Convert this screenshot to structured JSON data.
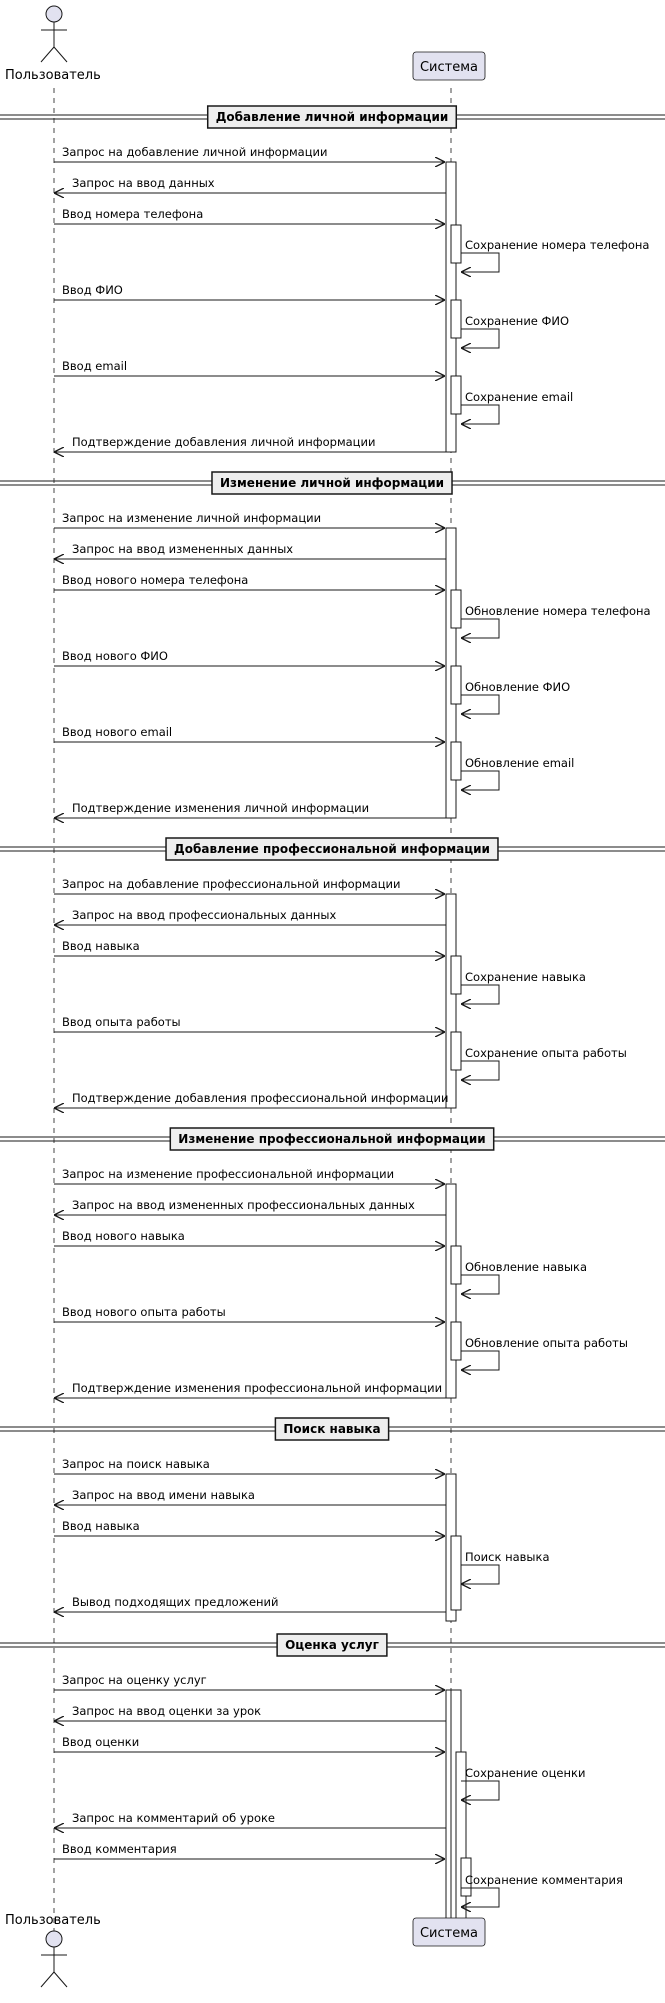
{
  "participants": {
    "user": "Пользователь",
    "system": "Система"
  },
  "sections": [
    {
      "title": "Добавление личной информации",
      "messages": [
        {
          "label": "Запрос на добавление личной информации",
          "kind": "to_system"
        },
        {
          "label": "Запрос на ввод данных",
          "kind": "to_user"
        },
        {
          "label": "Ввод номера телефона",
          "kind": "to_system"
        },
        {
          "label": "Сохранение номера телефона",
          "kind": "self"
        },
        {
          "label": "Ввод ФИО",
          "kind": "to_system"
        },
        {
          "label": "Сохранение ФИО",
          "kind": "self"
        },
        {
          "label": "Ввод email",
          "kind": "to_system"
        },
        {
          "label": "Сохранение email",
          "kind": "self"
        },
        {
          "label": "Подтверждение добавления личной информации",
          "kind": "to_user"
        }
      ]
    },
    {
      "title": "Изменение личной информации",
      "messages": [
        {
          "label": "Запрос на изменение личной информации",
          "kind": "to_system"
        },
        {
          "label": "Запрос на ввод измененных данных",
          "kind": "to_user"
        },
        {
          "label": "Ввод нового номера телефона",
          "kind": "to_system"
        },
        {
          "label": "Обновление номера телефона",
          "kind": "self"
        },
        {
          "label": "Ввод нового ФИО",
          "kind": "to_system"
        },
        {
          "label": "Обновление ФИО",
          "kind": "self"
        },
        {
          "label": "Ввод нового email",
          "kind": "to_system"
        },
        {
          "label": "Обновление email",
          "kind": "self"
        },
        {
          "label": "Подтверждение изменения личной информации",
          "kind": "to_user"
        }
      ]
    },
    {
      "title": "Добавление профессиональной информации",
      "messages": [
        {
          "label": "Запрос на добавление профессиональной информации",
          "kind": "to_system"
        },
        {
          "label": "Запрос на ввод профессиональных данных",
          "kind": "to_user"
        },
        {
          "label": "Ввод навыка",
          "kind": "to_system"
        },
        {
          "label": "Сохранение навыка",
          "kind": "self"
        },
        {
          "label": "Ввод опыта работы",
          "kind": "to_system"
        },
        {
          "label": "Сохранение опыта работы",
          "kind": "self"
        },
        {
          "label": "Подтверждение добавления профессиональной информации",
          "kind": "to_user"
        }
      ]
    },
    {
      "title": "Изменение профессиональной информации",
      "messages": [
        {
          "label": "Запрос на изменение профессиональной информации",
          "kind": "to_system"
        },
        {
          "label": "Запрос на ввод измененных профессиональных данных",
          "kind": "to_user"
        },
        {
          "label": "Ввод нового навыка",
          "kind": "to_system"
        },
        {
          "label": "Обновление навыка",
          "kind": "self"
        },
        {
          "label": "Ввод нового опыта работы",
          "kind": "to_system"
        },
        {
          "label": "Обновление опыта работы",
          "kind": "self"
        },
        {
          "label": "Подтверждение изменения профессиональной информации",
          "kind": "to_user"
        }
      ]
    },
    {
      "title": "Поиск навыка",
      "messages": [
        {
          "label": "Запрос на поиск навыка",
          "kind": "to_system"
        },
        {
          "label": "Запрос на ввод имени навыка",
          "kind": "to_user"
        },
        {
          "label": "Ввод навыка",
          "kind": "to_system"
        },
        {
          "label": "Поиск навыка",
          "kind": "self"
        },
        {
          "label": "Вывод подходящих предложений",
          "kind": "to_user"
        }
      ]
    },
    {
      "title": "Оценка услуг",
      "messages": [
        {
          "label": "Запрос на оценку услуг",
          "kind": "to_system"
        },
        {
          "label": "Запрос на ввод оценки за урок",
          "kind": "to_user"
        },
        {
          "label": "Ввод оценки",
          "kind": "to_system"
        },
        {
          "label": "Сохранение оценки",
          "kind": "self"
        },
        {
          "label": "Запрос на комментарий об уроке",
          "kind": "to_user"
        },
        {
          "label": "Ввод комментария",
          "kind": "to_system"
        },
        {
          "label": "Сохранение комментария",
          "kind": "self"
        }
      ]
    }
  ]
}
